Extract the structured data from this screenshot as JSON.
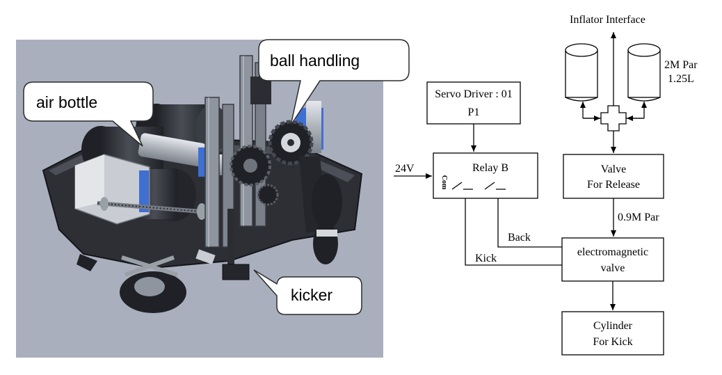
{
  "render": {
    "callouts": {
      "air_bottle": "air bottle",
      "ball_handling": "ball handling",
      "kicker": "kicker"
    },
    "diagram": {
      "inflator_interface": "Inflator Interface",
      "tank_pressure": "2M Par",
      "tank_volume": "1.25L",
      "servo_driver_line1": "Servo Driver : 01",
      "servo_driver_line2": "P1",
      "supply_voltage": "24V",
      "com_label": "Com",
      "relay": "Relay B",
      "valve_line1": "Valve",
      "valve_line2": "For Release",
      "reduced_pressure": "0.9M Par",
      "back_label": "Back",
      "kick_label": "Kick",
      "em_valve_line1": "electromagnetic",
      "em_valve_line2": "valve",
      "cylinder_line1": "Cylinder",
      "cylinder_line2": "For Kick"
    },
    "colors": {
      "photo_background": "#a9afbd",
      "robot_dark": "#2b2d33",
      "robot_metal": "#8f959e",
      "accent_blue": "#3f6fd1"
    }
  }
}
